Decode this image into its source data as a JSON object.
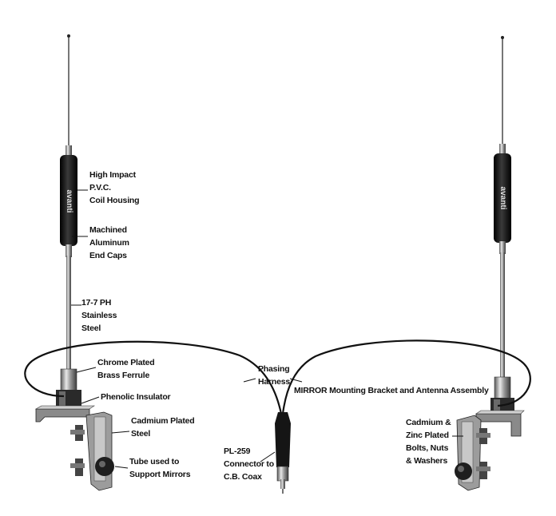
{
  "brand": "avanti",
  "labels": {
    "coil_housing": [
      "High Impact",
      "P.V.C.",
      "Coil Housing"
    ],
    "end_caps": [
      "Machined",
      "Aluminum",
      "End Caps"
    ],
    "steel_whip": [
      "17-7 PH",
      "Stainless",
      "Steel"
    ],
    "ferrule": [
      "Chrome Plated",
      "Brass Ferrule"
    ],
    "insulator": "Phenolic Insulator",
    "cadmium_steel": [
      "Cadmium Plated",
      "Steel"
    ],
    "tube": [
      "Tube used to",
      "Support Mirrors"
    ],
    "phasing": [
      "Phasing",
      "Harness"
    ],
    "bracket_assembly": "MIRROR Mounting Bracket and Antenna Assembly",
    "connector": [
      "PL-259",
      "Connector to",
      "C.B. Coax"
    ],
    "hardware": [
      "Cadmium &",
      "Zinc Plated",
      "Bolts, Nuts",
      "& Washers"
    ]
  },
  "colors": {
    "ink": "#111111",
    "coil": "#1a1a1a",
    "chrome": "#9a9a9a",
    "background": "#ffffff"
  }
}
